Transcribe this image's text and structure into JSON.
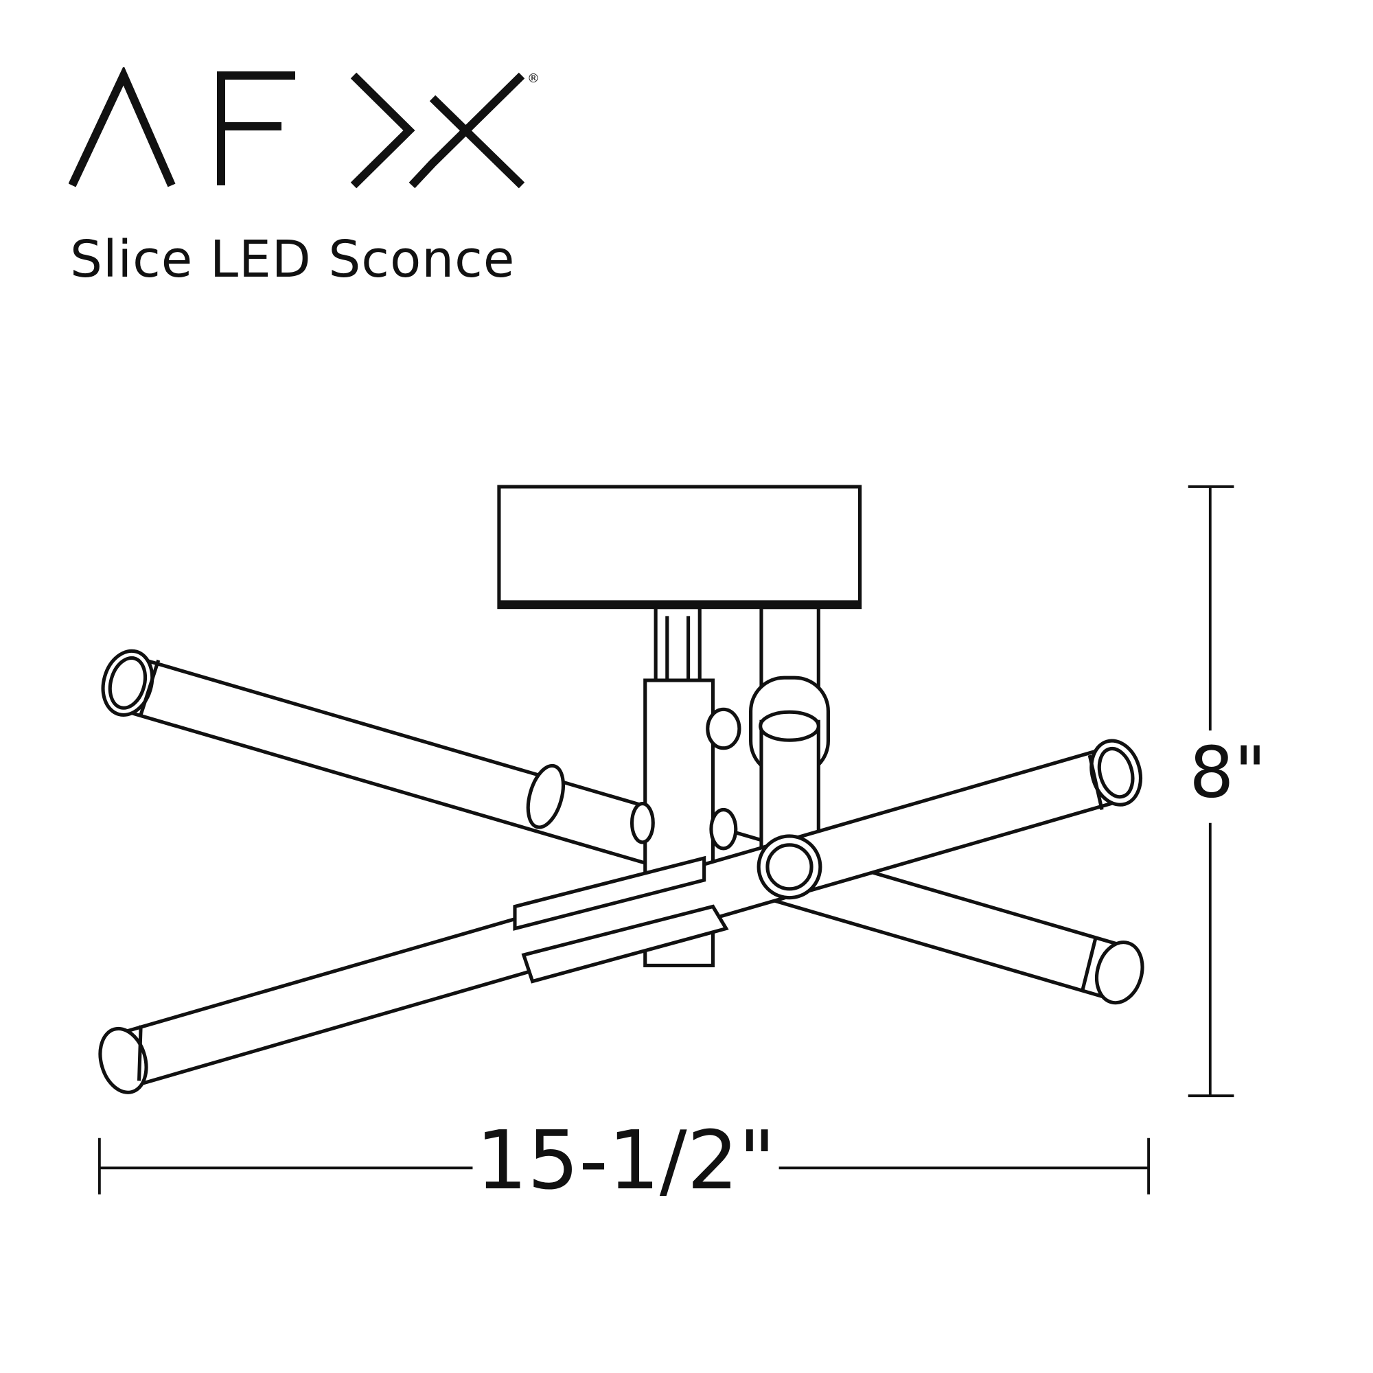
{
  "brand": {
    "logo_text": "AFX",
    "registered_mark": "®"
  },
  "product": {
    "title": "Slice LED Sconce"
  },
  "dimensions": {
    "width_label": "15-1/2\"",
    "height_label": "8\""
  },
  "colors": {
    "line": "#111111",
    "background": "#ffffff"
  }
}
